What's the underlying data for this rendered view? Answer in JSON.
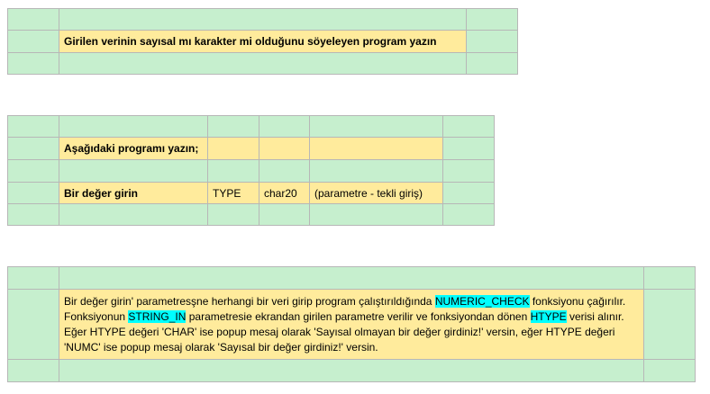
{
  "block1": {
    "title": "Girilen verinin sayısal mı  karakter mi olduğunu söyeleyen program yazın"
  },
  "block2": {
    "heading": "Aşağıdaki programı yazın;",
    "row": {
      "label": "Bir değer girin",
      "type_keyword": "TYPE",
      "type_value": "char20",
      "note": "(parametre - tekli giriş)"
    }
  },
  "block3": {
    "p1": "Bir değer girin' parametresşne herhangi bir veri girip program çalıştırıldığında ",
    "k1": "NUMERIC_CHECK",
    "p2": " fonksiyonu çağırılır. Fonksiyonun ",
    "k2": "STRING_IN",
    "p3": " parametresie ekrandan girilen parametre verilir ve fonksiyondan dönen ",
    "k3": "HTYPE",
    "p4": " verisi alınır. Eğer HTYPE değeri 'CHAR' ise popup mesaj olarak 'Sayısal olmayan bir değer girdiniz!' versin, eğer HTYPE değeri 'NUMC' ise popup mesaj olarak 'Sayısal bir değer girdiniz!' versin."
  },
  "colors": {
    "cell_green": "#c6efce",
    "cell_yellow": "#ffeb9c",
    "highlight_cyan": "#00ffff",
    "grid_line": "#b7b7b7"
  }
}
